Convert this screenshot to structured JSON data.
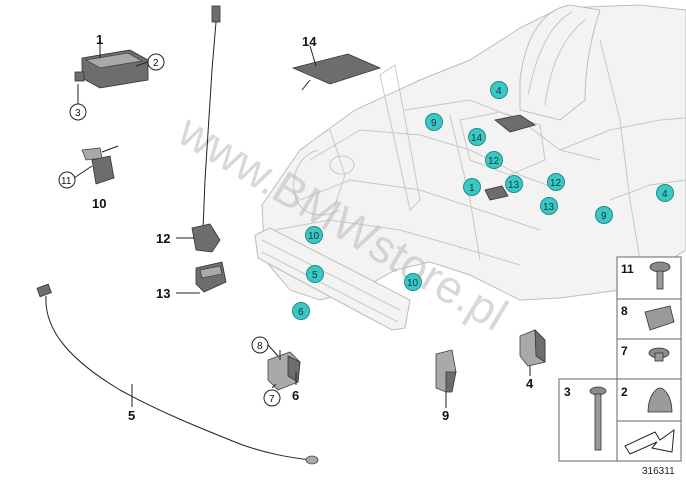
{
  "diagram": {
    "callouts": {
      "c1": "1",
      "c2": "2",
      "c3": "3",
      "c4": "4",
      "c5": "5",
      "c6": "6",
      "c7": "7",
      "c8": "8",
      "c9": "9",
      "c10": "10",
      "c11": "11",
      "c12": "12",
      "c13": "13",
      "c14": "14"
    },
    "vehicle_markers": {
      "m4a": "4",
      "m9a": "9",
      "m14": "14",
      "m12a": "12",
      "m1": "1",
      "m13a": "13",
      "m12b": "12",
      "m13b": "13",
      "m9b": "9",
      "m4b": "4",
      "m10a": "10",
      "m5": "5",
      "m10b": "10",
      "m6": "6"
    },
    "legend": {
      "l11": "11",
      "l8": "8",
      "l7": "7",
      "l3": "3",
      "l2": "2"
    },
    "watermark": "www.BMWstore.pl",
    "doc_id": "316311"
  }
}
